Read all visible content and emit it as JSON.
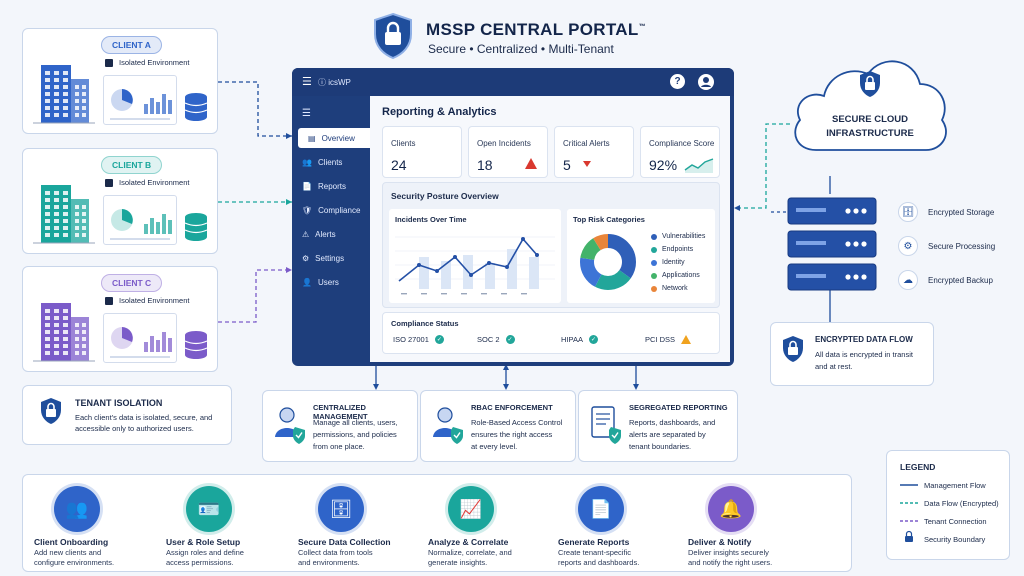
{
  "header": {
    "title": "MSSP CENTRAL PORTAL",
    "trademark": "™",
    "subtitle": "Secure • Centralized • Multi-Tenant"
  },
  "clients": [
    {
      "label": "CLIENT A",
      "env": "Isolated Environment",
      "color": "#2f64c9"
    },
    {
      "label": "CLIENT B",
      "env": "Isolated Environment",
      "color": "#1aa69c"
    },
    {
      "label": "CLIENT C",
      "env": "Isolated Environment",
      "color": "#7b5bc9"
    }
  ],
  "tenant_isolation": {
    "title": "TENANT ISOLATION",
    "desc_line1": "Each client's data is isolated, secure, and",
    "desc_line2": "accessible only to authorized users."
  },
  "dashboard": {
    "logo_text": "ⓘ icsWP",
    "page_title": "Reporting & Analytics",
    "nav": [
      "Overview",
      "Clients",
      "Reports",
      "Compliance",
      "Alerts",
      "Settings",
      "Users"
    ],
    "kpis": [
      {
        "label": "Clients",
        "value": "24"
      },
      {
        "label": "Open Incidents",
        "value": "18"
      },
      {
        "label": "Critical Alerts",
        "value": "5"
      },
      {
        "label": "Compliance Score",
        "value": "92%"
      }
    ],
    "posture_title": "Security Posture Overview",
    "incidents_title": "Incidents Over Time",
    "risk_title": "Top Risk Categories",
    "risk_categories": [
      {
        "name": "Vulnerabilities",
        "color": "#2f5fb8"
      },
      {
        "name": "Endpoints",
        "color": "#22a69a"
      },
      {
        "name": "Identity",
        "color": "#3d74d6"
      },
      {
        "name": "Applications",
        "color": "#43b36a"
      },
      {
        "name": "Network",
        "color": "#e9853a"
      }
    ],
    "compliance_title": "Compliance Status",
    "compliance": [
      {
        "name": "ISO 27001",
        "status": "ok"
      },
      {
        "name": "SOC 2",
        "status": "ok"
      },
      {
        "name": "HIPAA",
        "status": "ok"
      },
      {
        "name": "PCI DSS",
        "status": "warn"
      }
    ]
  },
  "cloud": {
    "line1": "SECURE CLOUD",
    "line2": "INFRASTRUCTURE"
  },
  "server_features": [
    "Encrypted Storage",
    "Secure Processing",
    "Encrypted Backup"
  ],
  "encrypted_flow": {
    "title": "ENCRYPTED DATA FLOW",
    "line1": "All data is encrypted in transit",
    "line2": "and at rest."
  },
  "features": [
    {
      "title": "CENTRALIZED MANAGEMENT",
      "lines": [
        "Manage all clients, users,",
        "permissions, and policies",
        "from one place."
      ]
    },
    {
      "title": "RBAC ENFORCEMENT",
      "lines": [
        "Role-Based Access Control",
        "ensures the right access",
        "at every level."
      ]
    },
    {
      "title": "SEGREGATED REPORTING",
      "lines": [
        "Reports, dashboards, and",
        "alerts are separated by",
        "tenant boundaries."
      ]
    }
  ],
  "steps": [
    {
      "title": "Client Onboarding",
      "lines": [
        "Add new clients and",
        "configure environments."
      ],
      "color": "#2f64c9"
    },
    {
      "title": "User & Role Setup",
      "lines": [
        "Assign roles and define",
        "access permissions."
      ],
      "color": "#1aa69c"
    },
    {
      "title": "Secure Data Collection",
      "lines": [
        "Collect data from tools",
        "and environments."
      ],
      "color": "#2f64c9"
    },
    {
      "title": "Analyze & Correlate",
      "lines": [
        "Normalize, correlate, and",
        "generate insights."
      ],
      "color": "#1aa69c"
    },
    {
      "title": "Generate Reports",
      "lines": [
        "Create tenant-specific",
        "reports and dashboards."
      ],
      "color": "#2f64c9"
    },
    {
      "title": "Deliver & Notify",
      "lines": [
        "Deliver insights securely",
        "and notify the right users."
      ],
      "color": "#7b5bc9"
    }
  ],
  "legend": {
    "title": "LEGEND",
    "items": [
      "Management Flow",
      "Data Flow (Encrypted)",
      "Tenant Connection",
      "Security Boundary"
    ]
  }
}
